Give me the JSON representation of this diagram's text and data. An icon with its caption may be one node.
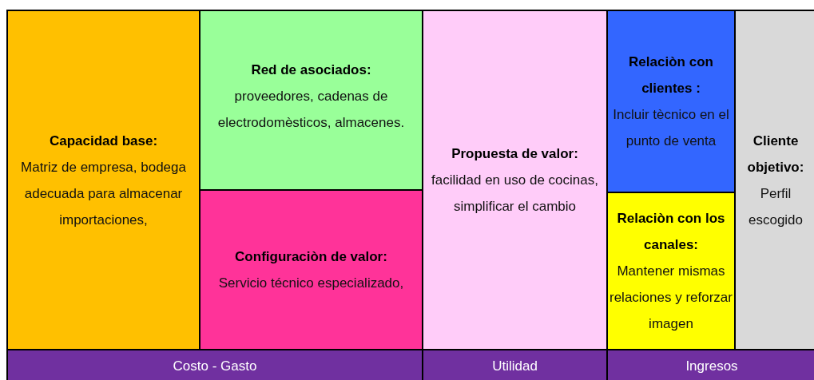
{
  "diagram": {
    "nodes": [
      {
        "text": [
          "Capacidad base:",
          "Matriz de empresa, bodega adecuada para almacenar importaciones,"
        ]
      },
      {
        "text": [
          "Red de asociados:",
          "proveedores, cadenas de electrodomèsticos, almacenes."
        ]
      },
      {
        "text": [
          "Configuraciòn de valor:",
          "Servicio técnico especializado,"
        ]
      },
      {
        "text": [
          "Propuesta de valor:",
          "facilidad en uso de cocinas, simplificar el cambio"
        ]
      },
      {
        "text": [
          "Relaciòn con clientes :",
          "Incluir tècnico en el punto de venta"
        ]
      },
      {
        "text": [
          "Relaciòn con los canales:",
          "Mantener mismas relaciones y reforzar imagen"
        ]
      },
      {
        "text": [
          "Cliente objetivo:",
          "Perfil escogido"
        ]
      },
      {
        "text": [
          "Costo - Gasto"
        ]
      },
      {
        "text": [
          "Utilidad"
        ]
      },
      {
        "text": [
          "Ingresos"
        ]
      }
    ]
  }
}
